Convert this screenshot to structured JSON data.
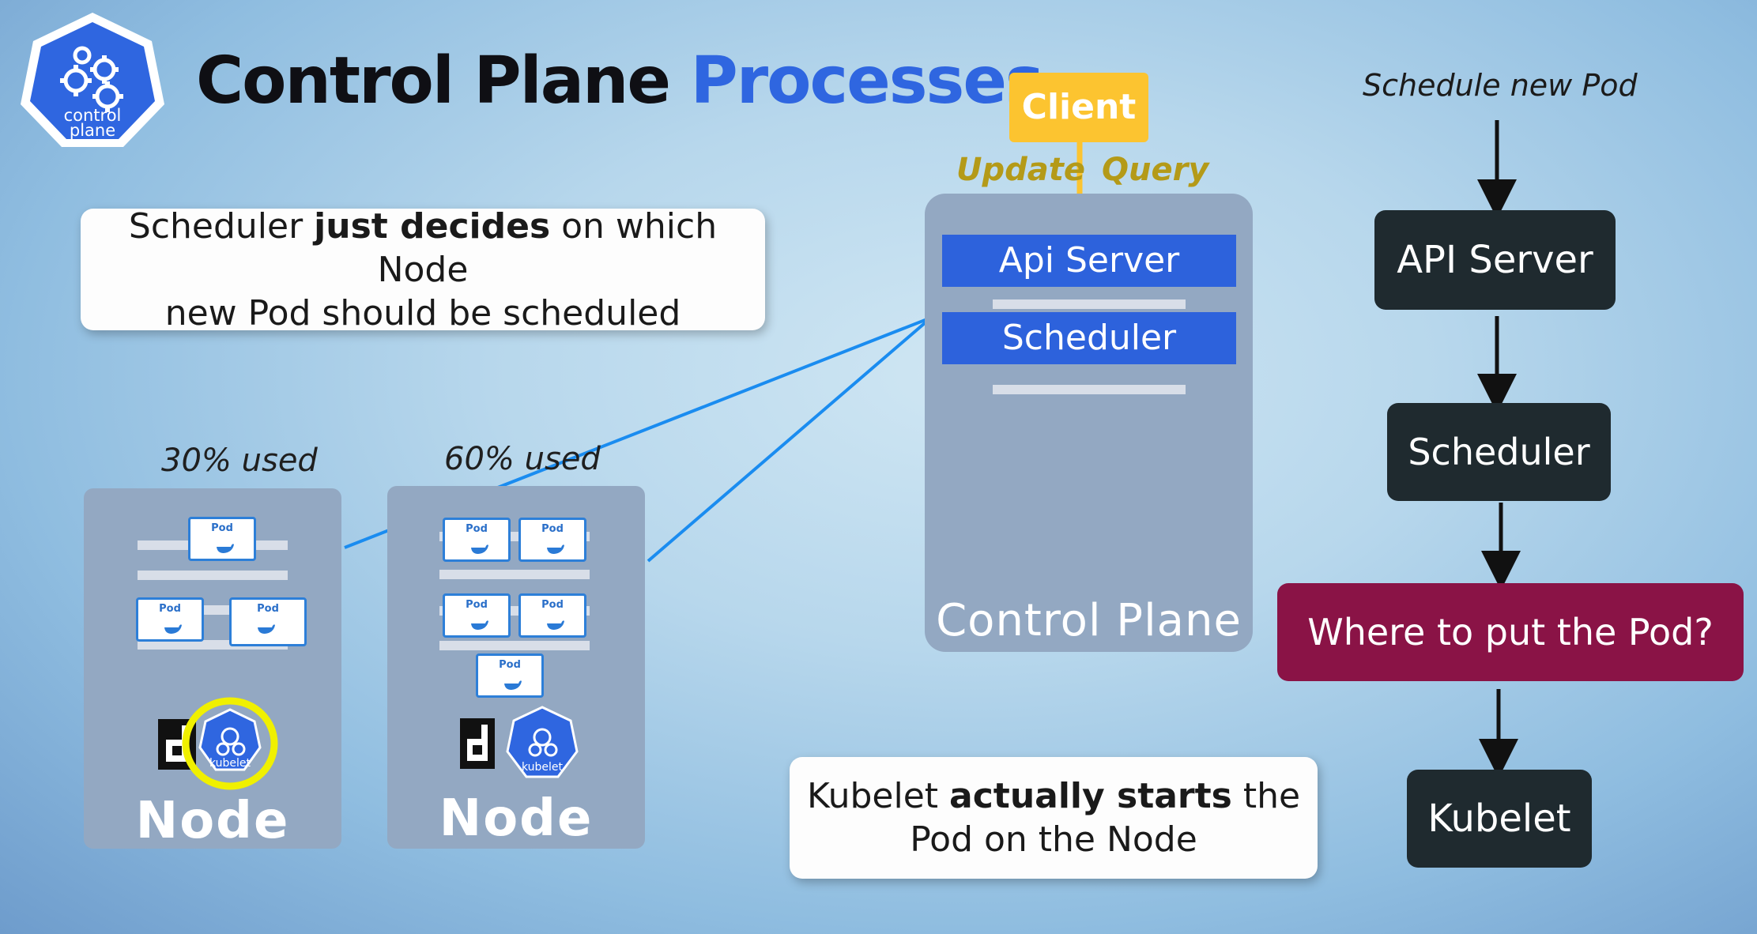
{
  "header": {
    "logo_text_line1": "control",
    "logo_text_line2": "plane",
    "title_part1": "Control Plane",
    "title_part2": "Processes"
  },
  "callouts": {
    "scheduler_pre": "Scheduler ",
    "scheduler_bold": "just decides",
    "scheduler_post": " on which Node",
    "scheduler_line2": "new Pod should be scheduled",
    "kubelet_pre": "Kubelet ",
    "kubelet_bold": "actually starts",
    "kubelet_post": " the",
    "kubelet_line2": "Pod on the Node"
  },
  "nodes": [
    {
      "usage": "30% used",
      "label": "Node",
      "pods": [
        "Pod",
        "Pod",
        "Pod"
      ],
      "kubelet": "kubelet",
      "kubelet_highlighted": true
    },
    {
      "usage": "60% used",
      "label": "Node",
      "pods": [
        "Pod",
        "Pod",
        "Pod",
        "Pod",
        "Pod"
      ],
      "kubelet": "kubelet",
      "kubelet_highlighted": false
    }
  ],
  "control_plane": {
    "client": "Client",
    "update": "Update",
    "query": "Query",
    "api_server": "Api Server",
    "scheduler": "Scheduler",
    "label": "Control Plane"
  },
  "flow": {
    "start": "Schedule new Pod",
    "steps": [
      "API Server",
      "Scheduler",
      "Where to put the Pod?",
      "Kubelet"
    ]
  },
  "colors": {
    "accent_blue": "#2f66e0",
    "client_yellow": "#fcc430",
    "flow_dark": "#1f2a2f",
    "flow_highlight": "#8a1346",
    "kubelet_ring": "#f0f000",
    "connector": "#1a8cf0"
  }
}
